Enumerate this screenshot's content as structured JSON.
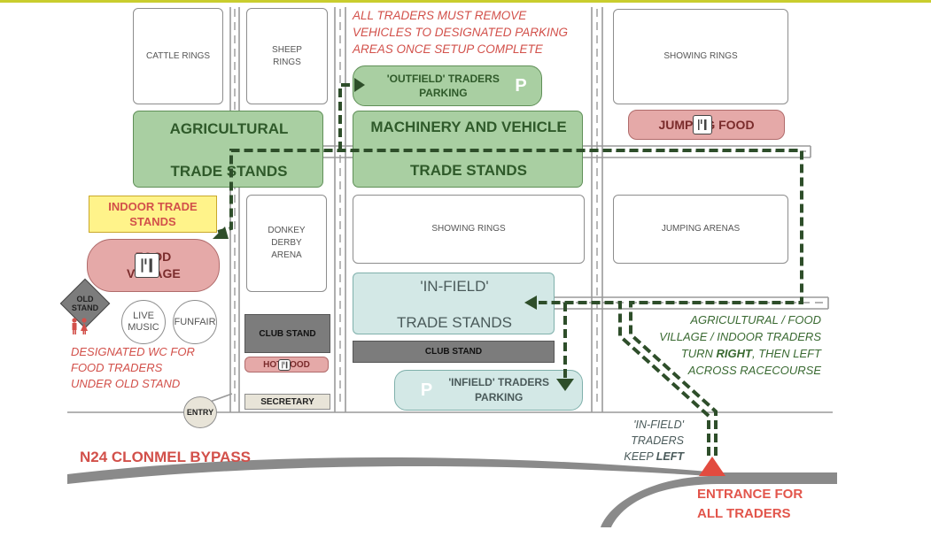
{
  "notice": "ALL TRADERS MUST REMOVE VEHICLES TO DESIGNATED PARKING AREAS ONCE SETUP COMPLETE",
  "zones": {
    "cattle_rings": "CATTLE RINGS",
    "sheep_rings": "SHEEP RINGS",
    "showing_rings_top": "SHOWING RINGS",
    "outfield_parking": "'OUTFIELD' TRADERS PARKING",
    "jumping_food": "JUMPING FOOD",
    "agri_trade_line1": "AGRICULTURAL",
    "agri_trade_line2": "TRADE STANDS",
    "machinery_line1": "MACHINERY AND VEHICLE",
    "machinery_line2": "TRADE STANDS",
    "indoor_trade": "INDOOR TRADE STANDS",
    "donkey_derby": "DONKEY DERBY ARENA",
    "showing_rings_mid": "SHOWING RINGS",
    "jumping_arenas": "JUMPING ARENAS",
    "food_village": "FOOD VILLAGE",
    "infield_line1": "'IN-FIELD'",
    "infield_line2": "TRADE STANDS",
    "old_stand": "OLD STAND",
    "live_music": "LIVE MUSIC",
    "funfair": "FUNFAIR",
    "club_stand_left": "CLUB STAND",
    "club_stand_mid": "CLUB STAND",
    "hot_food": "HOT FOOD",
    "infield_parking": "'INFIELD' TRADERS PARKING",
    "entry": "ENTRY",
    "secretary": "SECRETARY"
  },
  "notes": {
    "wc": "DESIGNATED WC FOR FOOD TRADERS UNDER OLD STAND",
    "directions_pre": "AGRICULTURAL / FOOD VILLAGE / INDOOR TRADERS TURN ",
    "directions_right": "RIGHT",
    "directions_mid": ", THEN LEFT ACROSS RACECOURSE",
    "infield_pre": "'IN-FIELD' TRADERS KEEP ",
    "infield_left": "LEFT"
  },
  "road_name": "N24 CLONMEL BYPASS",
  "entrance": "ENTRANCE FOR ALL TRADERS",
  "parking_symbol": "P",
  "icons": [
    "food-fork-knife-icon",
    "parking-icon",
    "toilet-people-icon",
    "dashed-route-arrow",
    "entrance-triangle"
  ],
  "colors": {
    "trade_green": "#a9cfa2",
    "food_pink": "#e5a9a8",
    "infield_teal": "#d3e8e6",
    "indoor_yellow": "#fff38a",
    "route_green": "#2e4e2a",
    "note_red": "#d2504a",
    "entrance_red": "#e24b3f",
    "road_grey": "#8a8a8a"
  }
}
